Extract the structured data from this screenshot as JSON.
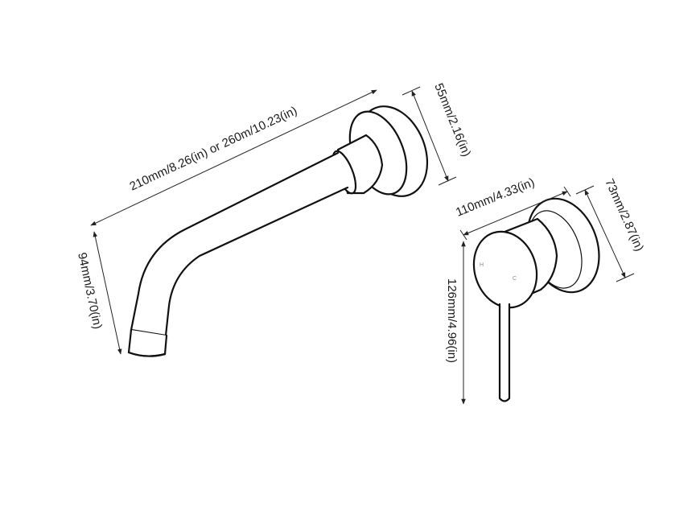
{
  "dimensions": {
    "spout_length": "210mm/8.26(in) or 260m/10.23(in)",
    "spout_height": "94mm/3.70(in)",
    "spout_plate": "55mm/2.16(in)",
    "handle_depth": "110mm/4.33(in)",
    "handle_plate": "73mm/2.87(in)",
    "handle_height": "126mm/4.96(in)"
  },
  "handle_marks": {
    "hot": "H",
    "cold": "C"
  },
  "colors": {
    "line": "#111111",
    "text": "#1a1a1a",
    "background": "#ffffff"
  }
}
